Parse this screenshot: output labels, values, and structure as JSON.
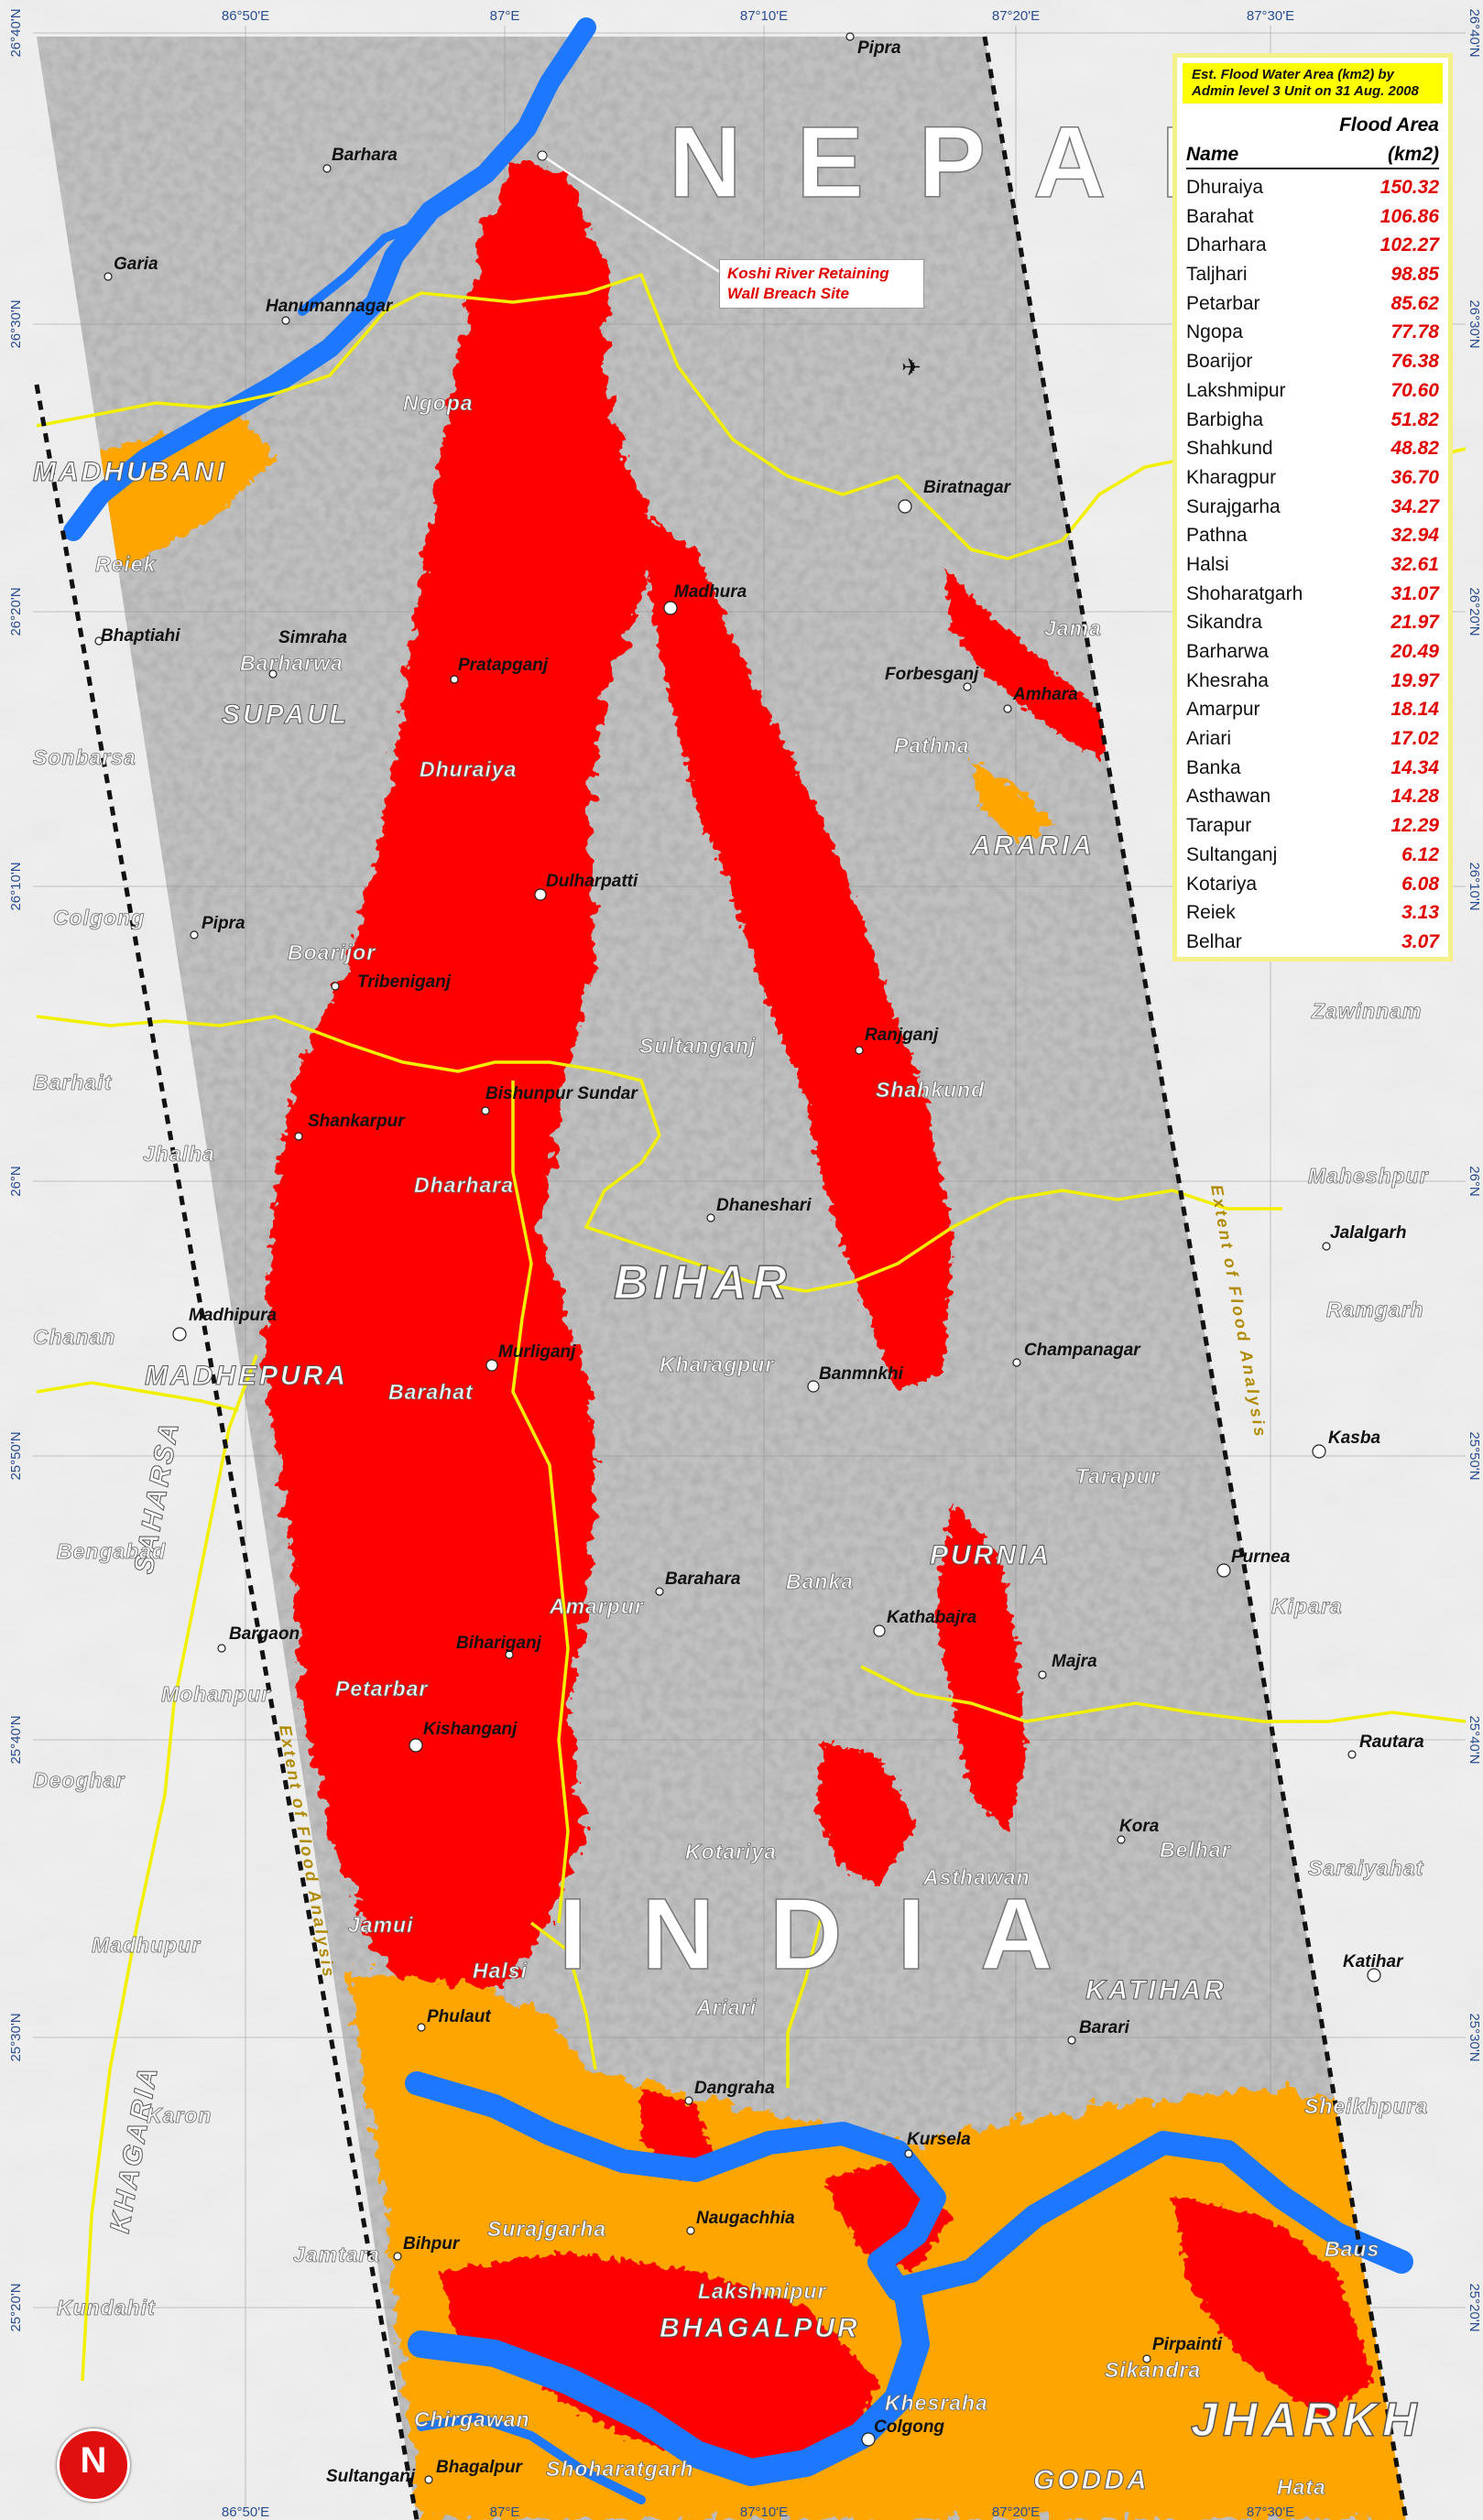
{
  "map": {
    "country_labels": [
      "NEPAL",
      "INDIA"
    ],
    "state_labels": [
      "BIHAR",
      "JHARKH"
    ],
    "district_labels": [
      "MADHUBANI",
      "SUPAUL",
      "MADHEPURA",
      "ARARIA",
      "PURNIA",
      "KATIHAR",
      "BHAGALPUR",
      "GODDA",
      "SAHARSA",
      "KHAGARIA"
    ],
    "admin_labels": [
      "Ngopa",
      "Reiek",
      "Barharwa",
      "Sonbarsa",
      "Dhuraiya",
      "Colgong",
      "Boarijor",
      "Sultanganj",
      "Barhait",
      "Jhalha",
      "Dharhara",
      "Chanan",
      "Barahat",
      "Bengabad",
      "Mohanpur",
      "Deoghar",
      "Petarbar",
      "Madhupur",
      "Jamui",
      "Halsi",
      "Karon",
      "Jamtara",
      "Kundahit",
      "Surajgarha",
      "Lakshmipur",
      "Chirgawan",
      "Shoharatgarh",
      "Ariari",
      "Amarpur",
      "Banka",
      "Kharagpur",
      "Kotariya",
      "Asthawan",
      "Tarapur",
      "Pathna",
      "Jama",
      "Shahkund",
      "Zawinnam",
      "Maheshpur",
      "Ramgarh",
      "Kipara",
      "Belhar",
      "Saraiyahat",
      "Sheikhpura",
      "Baus",
      "Sikandra",
      "Khesraha",
      "Hata"
    ],
    "places": [
      "Pipra",
      "Barhara",
      "Garia",
      "Hanumannagar",
      "Biratnagar",
      "Madhura",
      "Bhaptiahi",
      "Simraha",
      "Pratapganj",
      "Forbesganj",
      "Amhara",
      "Dulharpatti",
      "Pipra",
      "Tribeniganj",
      "Ranjganj",
      "Shankarpur",
      "Bishunpur Sundar",
      "Dhaneshari",
      "Jalalgarh",
      "Madhipura",
      "Murliganj",
      "Champanagar",
      "Banmnkhi",
      "Kasba",
      "Barahara",
      "Purnea",
      "Kathabajra",
      "Bargaon",
      "Bihariganj",
      "Majra",
      "Kishanganj",
      "Rautara",
      "Kora",
      "Katihar",
      "Phulaut",
      "Barari",
      "Dangraha",
      "Kursela",
      "Bihpur",
      "Naugachhia",
      "Pirpainti",
      "Colgong",
      "Sultanganj",
      "Bhagalpur"
    ],
    "callout": [
      "Koshi River Retaining",
      "Wall Breach Site"
    ],
    "extent_label": "Extent of Flood Analysis",
    "graticule_top": [
      "86°50'E",
      "87°E",
      "87°10'E",
      "87°20'E",
      "87°30'E"
    ],
    "graticule_left": [
      "26°40'N",
      "26°30'N",
      "26°20'N",
      "26°10'N",
      "26°N",
      "25°50'N",
      "25°40'N",
      "25°30'N",
      "25°20'N"
    ],
    "north_letter": "N",
    "colors": {
      "flood_red": "#ff0000",
      "flood_orange": "#ffa500",
      "river_blue": "#1e78ff",
      "boundary_yellow": "#f2f000",
      "extent_dash": "#111111"
    }
  },
  "legend": {
    "title": "Est. Flood Water Area (km2) by Admin level 3 Unit on 31 Aug. 2008",
    "col_header_top": "Flood Area",
    "col_name": "Name",
    "col_unit": "(km2)",
    "rows": [
      {
        "name": "Dhuraiya",
        "value": "150.32"
      },
      {
        "name": "Barahat",
        "value": "106.86"
      },
      {
        "name": "Dharhara",
        "value": "102.27"
      },
      {
        "name": "Taljhari",
        "value": "98.85"
      },
      {
        "name": "Petarbar",
        "value": "85.62"
      },
      {
        "name": "Ngopa",
        "value": "77.78"
      },
      {
        "name": "Boarijor",
        "value": "76.38"
      },
      {
        "name": "Lakshmipur",
        "value": "70.60"
      },
      {
        "name": "Barbigha",
        "value": "51.82"
      },
      {
        "name": "Shahkund",
        "value": "48.82"
      },
      {
        "name": "Kharagpur",
        "value": "36.70"
      },
      {
        "name": "Surajgarha",
        "value": "34.27"
      },
      {
        "name": "Pathna",
        "value": "32.94"
      },
      {
        "name": "Halsi",
        "value": "32.61"
      },
      {
        "name": "Shoharatgarh",
        "value": "31.07"
      },
      {
        "name": "Sikandra",
        "value": "21.97"
      },
      {
        "name": "Barharwa",
        "value": "20.49"
      },
      {
        "name": "Khesraha",
        "value": "19.97"
      },
      {
        "name": "Amarpur",
        "value": "18.14"
      },
      {
        "name": "Ariari",
        "value": "17.02"
      },
      {
        "name": "Banka",
        "value": "14.34"
      },
      {
        "name": "Asthawan",
        "value": "14.28"
      },
      {
        "name": "Tarapur",
        "value": "12.29"
      },
      {
        "name": "Sultanganj",
        "value": "6.12"
      },
      {
        "name": "Kotariya",
        "value": "6.08"
      },
      {
        "name": "Reiek",
        "value": "3.13"
      },
      {
        "name": "Belhar",
        "value": "3.07"
      }
    ]
  }
}
